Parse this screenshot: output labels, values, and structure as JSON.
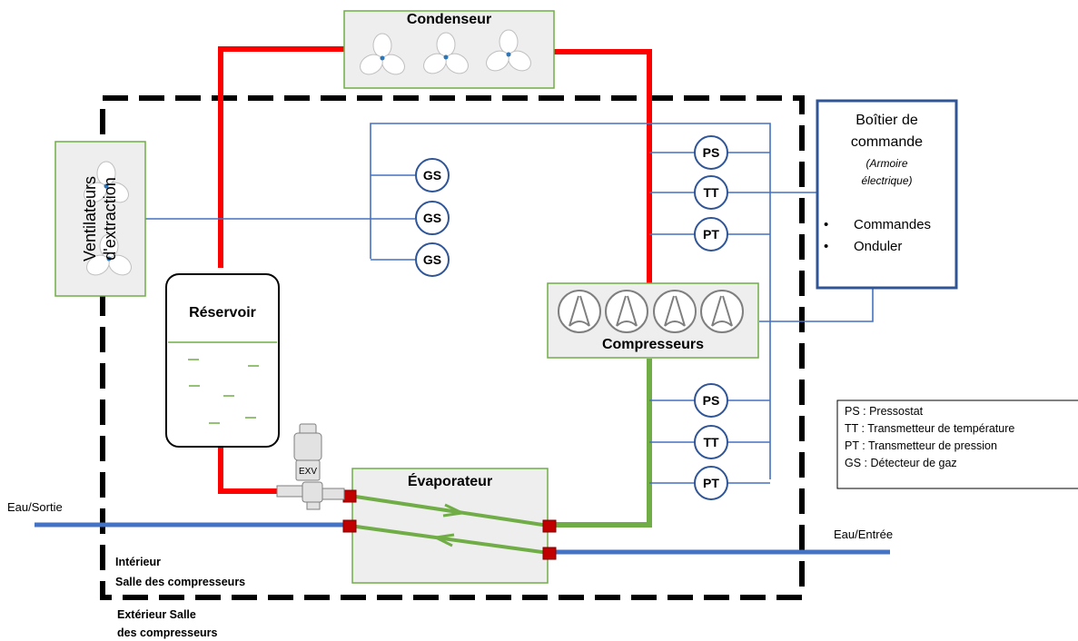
{
  "title": "",
  "components": {
    "condenser": {
      "label": "Condenseur"
    },
    "extraction_fans": {
      "label": "Ventilateurs d'extraction"
    },
    "reservoir": {
      "label": "Réservoir"
    },
    "compressors": {
      "label": "Compresseurs"
    },
    "evaporator": {
      "label": "Évaporateur"
    },
    "expansion_valve": {
      "label": "EXV"
    },
    "control_box": {
      "title_line1": "Boîtier de",
      "title_line2": "commande",
      "subtitle_line1": "(Armoire",
      "subtitle_line2": "électrique)",
      "bullet": "•",
      "items": [
        "Commandes",
        "Onduler"
      ]
    }
  },
  "instruments": {
    "gas_detectors": [
      "GS",
      "GS",
      "GS"
    ],
    "high_side": [
      "PS",
      "TT",
      "PT"
    ],
    "low_side": [
      "PS",
      "TT",
      "PT"
    ]
  },
  "water": {
    "outlet": "Eau/Sortie",
    "inlet": "Eau/Entrée"
  },
  "zones": {
    "interior_line1": "Intérieur",
    "interior_line2": "Salle des compresseurs",
    "exterior_line1": "Extérieur Salle",
    "exterior_line2": "des compresseurs"
  },
  "legend": [
    "PS : Pressostat",
    "TT : Transmetteur de température",
    "PT : Transmetteur de pression",
    "GS : Détecteur de gaz"
  ],
  "colors": {
    "hot_line": "#ff0000",
    "suction_line": "#70ad47",
    "water_line": "#4472c4",
    "signal_line": "#4472c4",
    "instrument_border": "#2f5597",
    "control_box_border": "#2f5597",
    "equipment_border": "#70ad47",
    "equipment_fill": "#eeeeee",
    "boundary": "#000000"
  }
}
